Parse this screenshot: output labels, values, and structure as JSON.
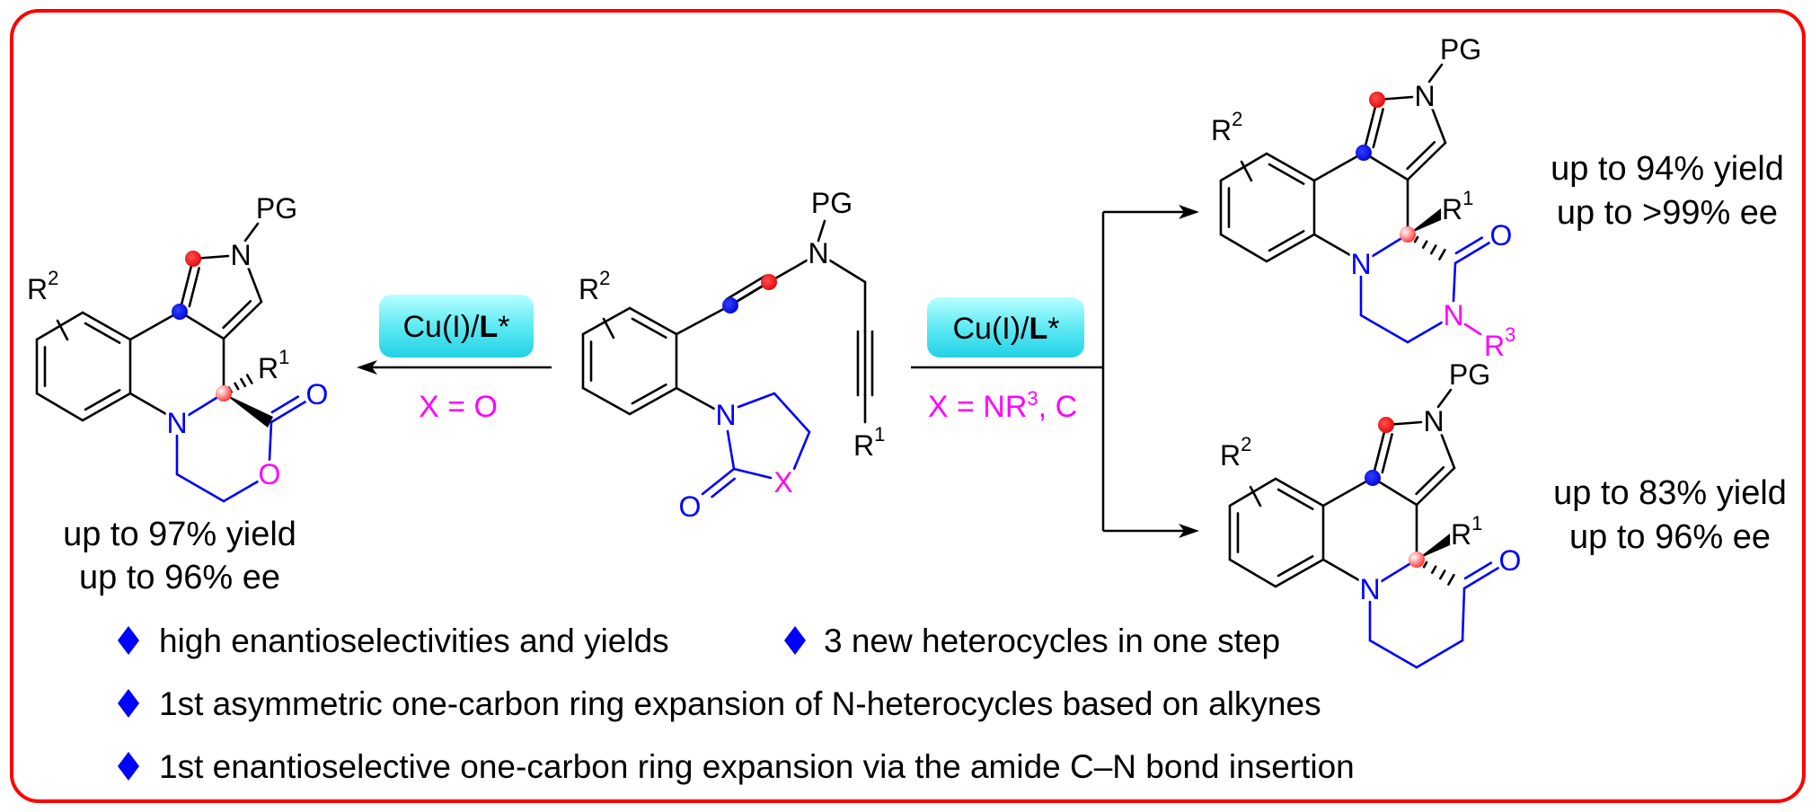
{
  "reagent": {
    "catalyst": "Cu(I)/",
    "ligand": "L",
    "ligand_mark": "*"
  },
  "left_conditions": "X = O",
  "right_conditions": {
    "prefix": "X = NR",
    "sup": "3",
    "suffix": ", C"
  },
  "starting_material": {
    "n_amine": "N",
    "pg": "PG",
    "r2": {
      "base": "R",
      "sup": "2"
    },
    "r1": {
      "base": "R",
      "sup": "1"
    },
    "n_ring": "N",
    "x": "X",
    "o": "O"
  },
  "products": [
    {
      "n_pyrrole": "N",
      "pg": "PG",
      "r2": {
        "base": "R",
        "sup": "2"
      },
      "r1": {
        "base": "R",
        "sup": "1"
      },
      "n_ring": "N",
      "o_carbonyl": "O",
      "ring_hetero": "O",
      "yield": "up to 97% yield",
      "ee": "up to 96% ee"
    },
    {
      "n_pyrrole": "N",
      "pg": "PG",
      "r2": {
        "base": "R",
        "sup": "2"
      },
      "r1": {
        "base": "R",
        "sup": "1"
      },
      "n_ring": "N",
      "o_carbonyl": "O",
      "ring_hetero": "N",
      "r3": {
        "base": "R",
        "sup": "3"
      },
      "yield": "up to 94% yield",
      "ee": "up to >99% ee"
    },
    {
      "n_pyrrole": "N",
      "pg": "PG",
      "r2": {
        "base": "R",
        "sup": "2"
      },
      "r1": {
        "base": "R",
        "sup": "1"
      },
      "n_ring": "N",
      "o_carbonyl": "O",
      "yield": "up to 83% yield",
      "ee": "up to 96% ee"
    }
  ],
  "highlights": [
    "high enantioselectivities and yields",
    "3 new heterocycles in one step",
    "1st asymmetric one-carbon ring expansion of N-heterocycles based on alkynes",
    "1st enantioselective one-carbon ring expansion via the amide C–N bond insertion"
  ],
  "colors": {
    "border": "#ff0000",
    "heteroatom_blue": "#0000ff",
    "variable_magenta": "#ff00ff",
    "dot_red": "#ff0000",
    "dot_blue": "#0a14ff",
    "catalyst_box": "#3ee0ee"
  }
}
